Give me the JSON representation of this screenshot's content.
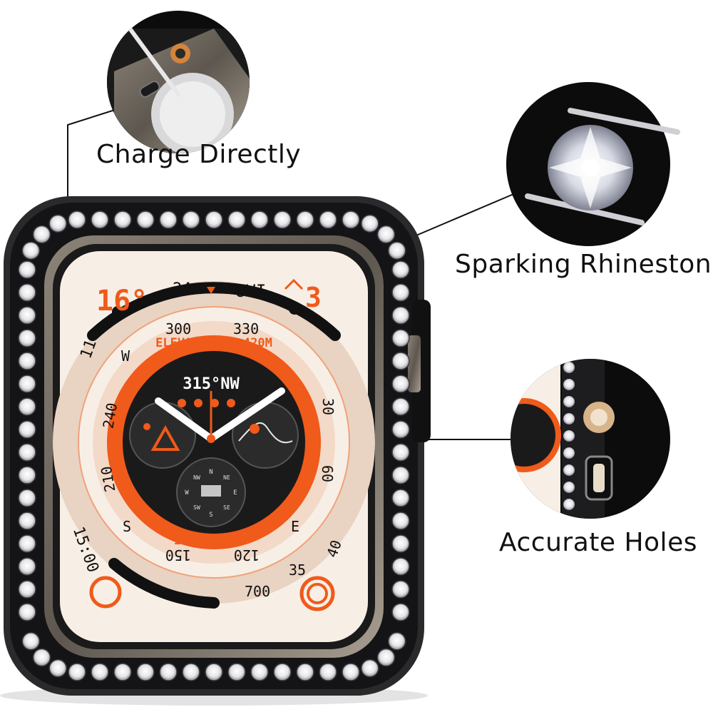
{
  "callouts": {
    "charge": "Charge Directly",
    "rhinestones": "Sparking Rhinestones",
    "holes": "Accurate Holes"
  },
  "watch_face": {
    "temp": "16°",
    "uvi_value": "3",
    "uvi_label": "UVI",
    "bezel_top": "24",
    "hour_left": "11",
    "time": "15:00",
    "bottom_left": "35",
    "bottom_mid": "700",
    "bottom_right": "40",
    "heading": "315°NW",
    "elevation": "ELEVATION 4,420M",
    "incline": "INCLINE 45°",
    "compass": {
      "n300": "300",
      "n330": "330",
      "n30": "30",
      "n60": "60",
      "n120": "120",
      "n150": "150",
      "n210": "210",
      "n240": "240",
      "W": "W",
      "S": "S",
      "E": "E"
    },
    "mini_compass": {
      "N": "N",
      "NW": "NW",
      "NE": "NE",
      "W": "W",
      "E": "E",
      "SW": "SW",
      "SE": "SE",
      "S": "S"
    }
  },
  "colors": {
    "accent_orange": "#f05a1a",
    "case": "#1b1b1d",
    "face": "#f7efe6"
  }
}
